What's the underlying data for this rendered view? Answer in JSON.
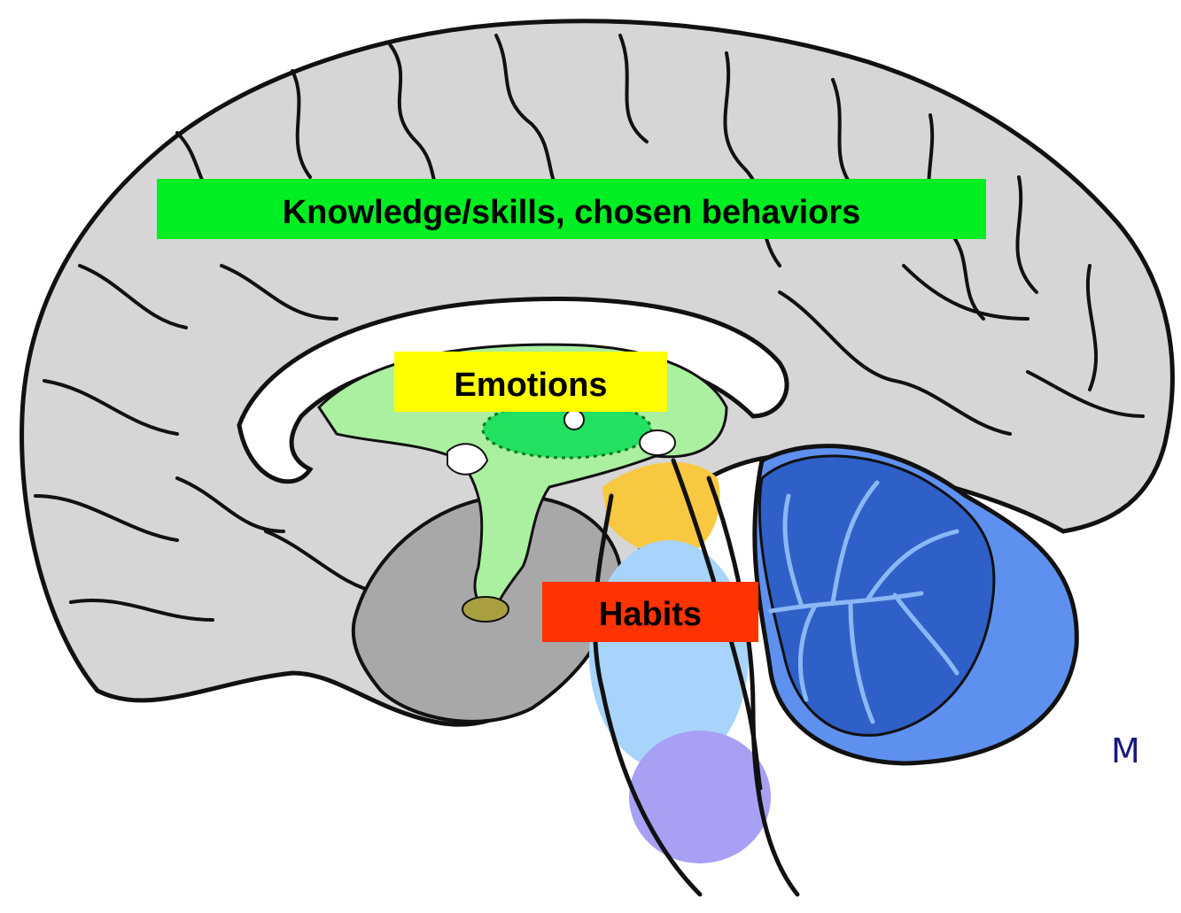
{
  "labels": {
    "cortex": "Knowledge/skills, chosen behaviors",
    "limbic": "Emotions",
    "brainstem": "Habits"
  },
  "corner_mark": "M",
  "colors": {
    "cortex_label": "#00ee22",
    "limbic_label": "#ffff00",
    "brainstem_label": "#ff3300",
    "cortex_fill": "#d6d6d6",
    "limbic_fill": "#aaf0a0",
    "limbic_core": "#22e060",
    "midbrain": "#f8c840",
    "pons": "#a8d4fc",
    "medulla": "#a8a0f4",
    "cerebellum": "#3c6cd4",
    "cerebellum_arbor": "#80b0f0",
    "temporal": "#a8a8a8",
    "corpus_callosum": "#ffffff",
    "outline": "#111111",
    "corner_mark": "#1a1a80"
  },
  "icons": [
    "brain-sagittal-illustration"
  ]
}
